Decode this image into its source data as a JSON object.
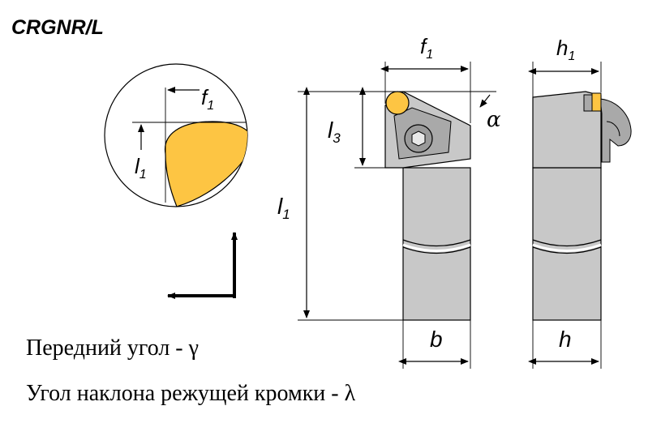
{
  "title": "CRGNR/L",
  "labels": {
    "circle_f": "f",
    "circle_f_sub": "1",
    "circle_l": "l",
    "circle_l_sub": "1",
    "front_f": "f",
    "front_f_sub": "1",
    "front_l1": "l",
    "front_l1_sub": "1",
    "front_l3": "l",
    "front_l3_sub": "3",
    "alpha": "α",
    "front_b": "b",
    "side_h1": "h",
    "side_h1_sub": "1",
    "side_h": "h"
  },
  "captions": {
    "rake_angle": "Передний угол - γ",
    "inclination_angle": "Угол наклона режущей кромки - λ"
  },
  "colors": {
    "insert": "#FDC543",
    "holder": "#C8C8C8",
    "holder_dark": "#A9A9A9",
    "line": "#000000",
    "screw": "#9A9A9A"
  }
}
